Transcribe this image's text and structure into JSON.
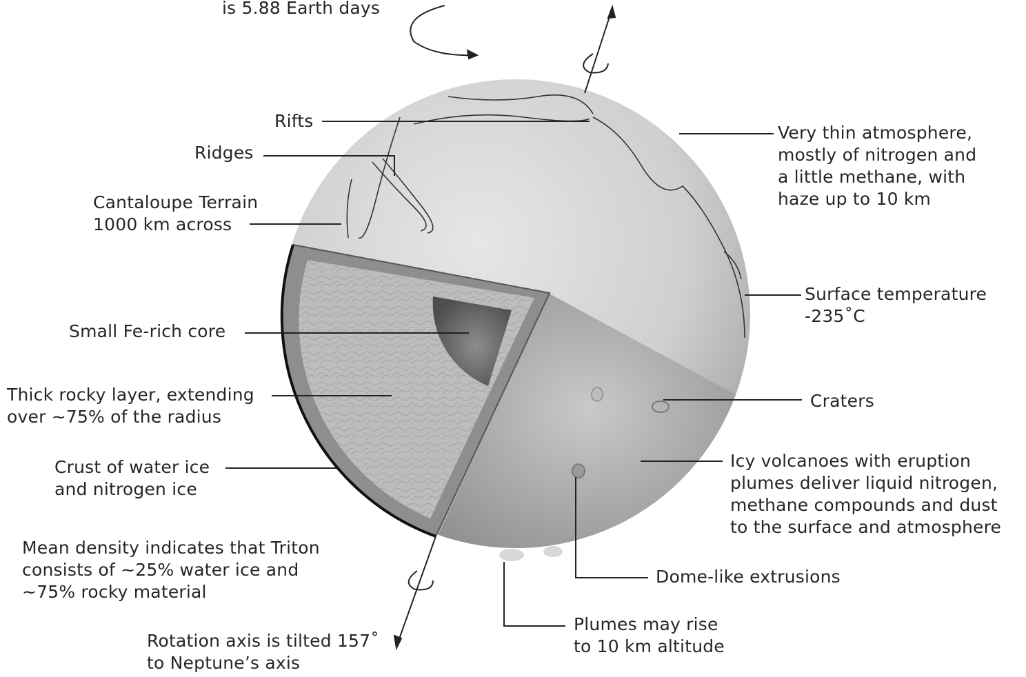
{
  "labels": {
    "orbit_period": [
      "is 5.88 Earth days"
    ],
    "rifts": [
      "Rifts"
    ],
    "ridges": [
      "Ridges"
    ],
    "cantaloupe": [
      "Cantaloupe Terrain",
      "1000 km across"
    ],
    "atmosphere": [
      "Very thin atmosphere,",
      "mostly of nitrogen and",
      "a little methane, with",
      "haze up to 10 km"
    ],
    "surface_temp": [
      "Surface temperature",
      "-235˚C"
    ],
    "core": [
      "Small Fe-rich core"
    ],
    "rocky_layer": [
      "Thick rocky layer, extending",
      "over ~75% of the radius"
    ],
    "craters": [
      "Craters"
    ],
    "volcanoes": [
      "Icy volcanoes with eruption",
      "plumes deliver liquid nitrogen,",
      "methane compounds and dust",
      "to the surface and atmosphere"
    ],
    "crust": [
      "Crust of water ice",
      "and nitrogen ice"
    ],
    "density": [
      "Mean density indicates that Triton",
      "consists of ~25% water ice and",
      "~75%  rocky material"
    ],
    "domes": [
      "Dome-like extrusions"
    ],
    "plumes": [
      "Plumes may rise",
      "to 10 km altitude"
    ],
    "rotation_axis": [
      "Rotation axis is tilted 157˚",
      "to Neptune’s axis"
    ]
  },
  "colors": {
    "globe_light": "#d9d9d9",
    "globe_mid": "#b4b4b4",
    "globe_dark": "#7a7a7a",
    "crust": "#8e8e8e",
    "rock": "#b9b9b9",
    "core": "#6a6a6a",
    "line": "#222222"
  }
}
